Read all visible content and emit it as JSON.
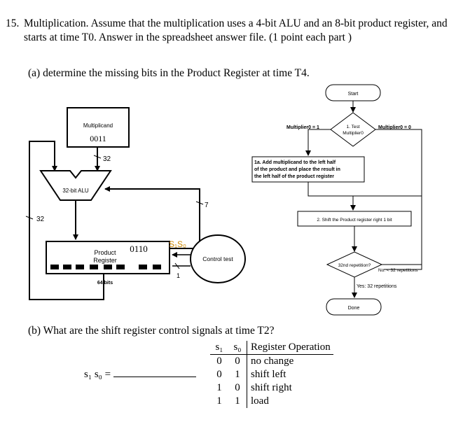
{
  "question": {
    "number": "15.",
    "text": "Multiplication.  Assume that the multiplication uses a 4-bit ALU and an 8-bit product register, and starts at time T0.  Answer in the spreadsheet answer file.  (1 point each part )"
  },
  "part_a": "(a) determine the missing bits in the Product Register at time T4.",
  "part_b": "(b) What are the shift register control signals at time T2?",
  "answer_label": "s₁ s₀ =",
  "datapath": {
    "multiplicand_title": "Multiplicand",
    "multiplicand_value": "0011",
    "bus_32_top": "32",
    "alu_label": "32-bit ALU",
    "bus_32_left": "32",
    "bus_7": "7",
    "product_label_1": "Product",
    "product_label_2": "Register",
    "product_value": "0110",
    "product_width": "64 bits",
    "control_signals": "S₁S₀",
    "bus_1": "1",
    "control_label": "Control test"
  },
  "flowchart": {
    "start": "Start",
    "test_1": "1. Test",
    "test_2": "Multiplier0",
    "branch_left": "Multiplier0 = 1",
    "branch_right": "Multiplier0 = 0",
    "step1a_1": "1a. Add multiplicand to the left half",
    "step1a_2": "of the product and place the result in",
    "step1a_3": "the left half of the product register",
    "step2": "2. Shift the Product register right 1 bit",
    "repeat_q": "32nd repetition?",
    "no_branch": "No: < 32 repetitions",
    "yes_branch": "Yes: 32 repetitions",
    "done": "Done"
  },
  "table": {
    "headers": [
      "s₁",
      "s₀",
      "Register Operation"
    ],
    "rows": [
      [
        "0",
        "0",
        "no change"
      ],
      [
        "0",
        "1",
        "shift left"
      ],
      [
        "1",
        "0",
        "shift right"
      ],
      [
        "1",
        "1",
        "load"
      ]
    ]
  }
}
